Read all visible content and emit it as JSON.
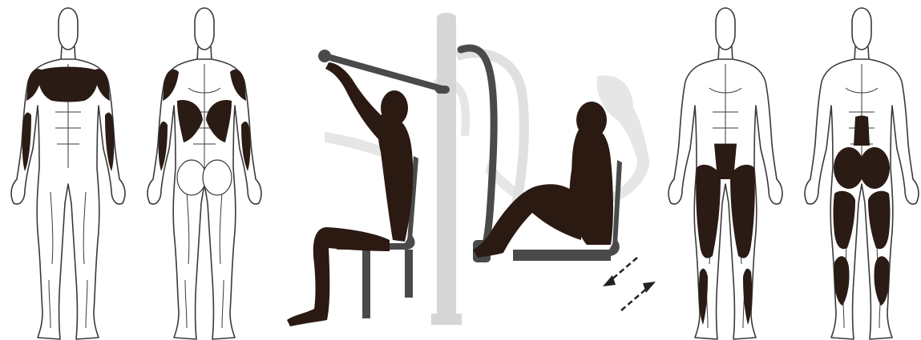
{
  "illustration": {
    "panels": [
      {
        "id": "upper-front",
        "view": "front",
        "highlighted_muscles": [
          "pectorals",
          "deltoids",
          "forearms"
        ]
      },
      {
        "id": "upper-back",
        "view": "back",
        "highlighted_muscles": [
          "latissimus-dorsi",
          "deltoids",
          "forearms"
        ]
      },
      {
        "id": "lower-front",
        "view": "front",
        "highlighted_muscles": [
          "quadriceps",
          "tibialis"
        ]
      },
      {
        "id": "lower-back",
        "view": "back",
        "highlighted_muscles": [
          "glutes",
          "hamstrings",
          "calves"
        ]
      }
    ],
    "machine": {
      "stations": [
        "lat-pulldown-seat",
        "leg-press-seat"
      ],
      "motion_indicator": "double-diagonal-arrows-icon"
    }
  },
  "colors": {
    "background": "#ffffff",
    "outline": "#3a3a3a",
    "highlight": "#2a1b14",
    "silhouette": "#2b1a12",
    "frame_dark": "#4a4a4a",
    "frame_light": "#d6d6d6",
    "ghost": "#e6e6e6"
  }
}
